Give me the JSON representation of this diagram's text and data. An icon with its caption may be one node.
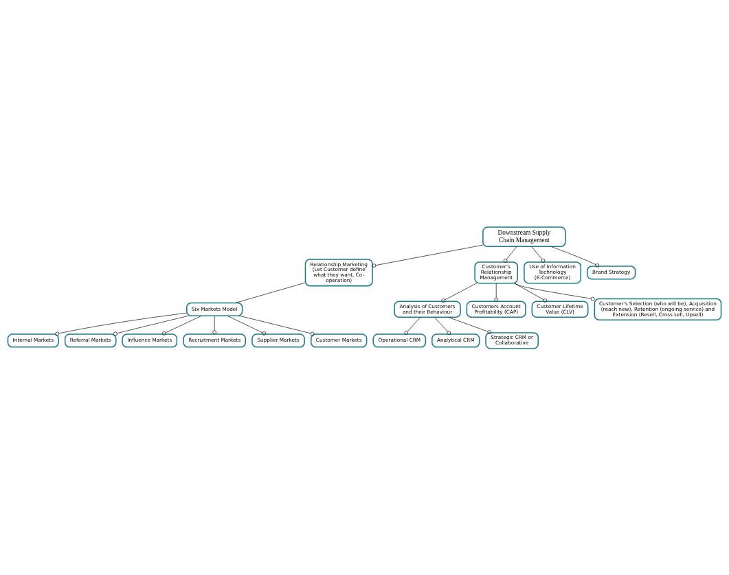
{
  "diagram": {
    "nodes": [
      {
        "text": [
          "Downstream Supply Chain Management"
        ]
      },
      {
        "text": [
          "Relationship Marketing",
          "(Let Customer define what they want, Co-operation)"
        ]
      },
      {
        "text": [
          "Customer’s Relationship Management"
        ]
      },
      {
        "text": [
          "Use of Information Technology",
          "(E-Commerce)"
        ]
      },
      {
        "text": [
          "Brand Strategy"
        ]
      },
      {
        "text": [
          "Six Markets Model"
        ]
      },
      {
        "text": [
          "Internal Markets"
        ]
      },
      {
        "text": [
          "Referral Markets"
        ]
      },
      {
        "text": [
          "Influence Markets"
        ]
      },
      {
        "text": [
          "Recruitment Markets"
        ]
      },
      {
        "text": [
          "Supplier Markets"
        ]
      },
      {
        "text": [
          "Customer Markets"
        ]
      },
      {
        "text": [
          "Analysis of Customers and their Behaviour"
        ]
      },
      {
        "text": [
          "Customers Account Profitability (CAP)"
        ]
      },
      {
        "text": [
          "Customer Lifetime Value (CLV)"
        ]
      },
      {
        "text": [
          "Customer’s Selection (who will be), Acquisition (reach new), Retention (ongoing service) and Extension (Resell, Cross sell, Upsell)"
        ]
      },
      {
        "text": [
          "Operational CRM"
        ]
      },
      {
        "text": [
          "Analytical CRM"
        ]
      },
      {
        "text": [
          "Strategic CRM or Collaborative"
        ]
      }
    ],
    "edges": [
      {
        "from": 0,
        "to": 1,
        "arrow": "other"
      },
      {
        "from": 0,
        "to": 2,
        "arrow": "other"
      },
      {
        "from": 0,
        "to": 3,
        "arrow": "other"
      },
      {
        "from": 0,
        "to": 4,
        "arrow": "other"
      },
      {
        "from": 1,
        "to": 5,
        "arrow": "none"
      },
      {
        "from": 5,
        "to": 6,
        "arrow": "other"
      },
      {
        "from": 5,
        "to": 7,
        "arrow": "other"
      },
      {
        "from": 5,
        "to": 8,
        "arrow": "other"
      },
      {
        "from": 5,
        "to": 9,
        "arrow": "other"
      },
      {
        "from": 5,
        "to": 10,
        "arrow": "other"
      },
      {
        "from": 5,
        "to": 11,
        "arrow": "other"
      },
      {
        "from": 2,
        "to": 12,
        "arrow": "other"
      },
      {
        "from": 2,
        "to": 13,
        "arrow": "other"
      },
      {
        "from": 2,
        "to": 14,
        "arrow": "other"
      },
      {
        "from": 2,
        "to": 15,
        "arrow": "other"
      },
      {
        "from": 12,
        "to": 16,
        "arrow": "other"
      },
      {
        "from": 12,
        "to": 17,
        "arrow": "other"
      },
      {
        "from": 12,
        "to": 18,
        "arrow": "other"
      }
    ]
  }
}
